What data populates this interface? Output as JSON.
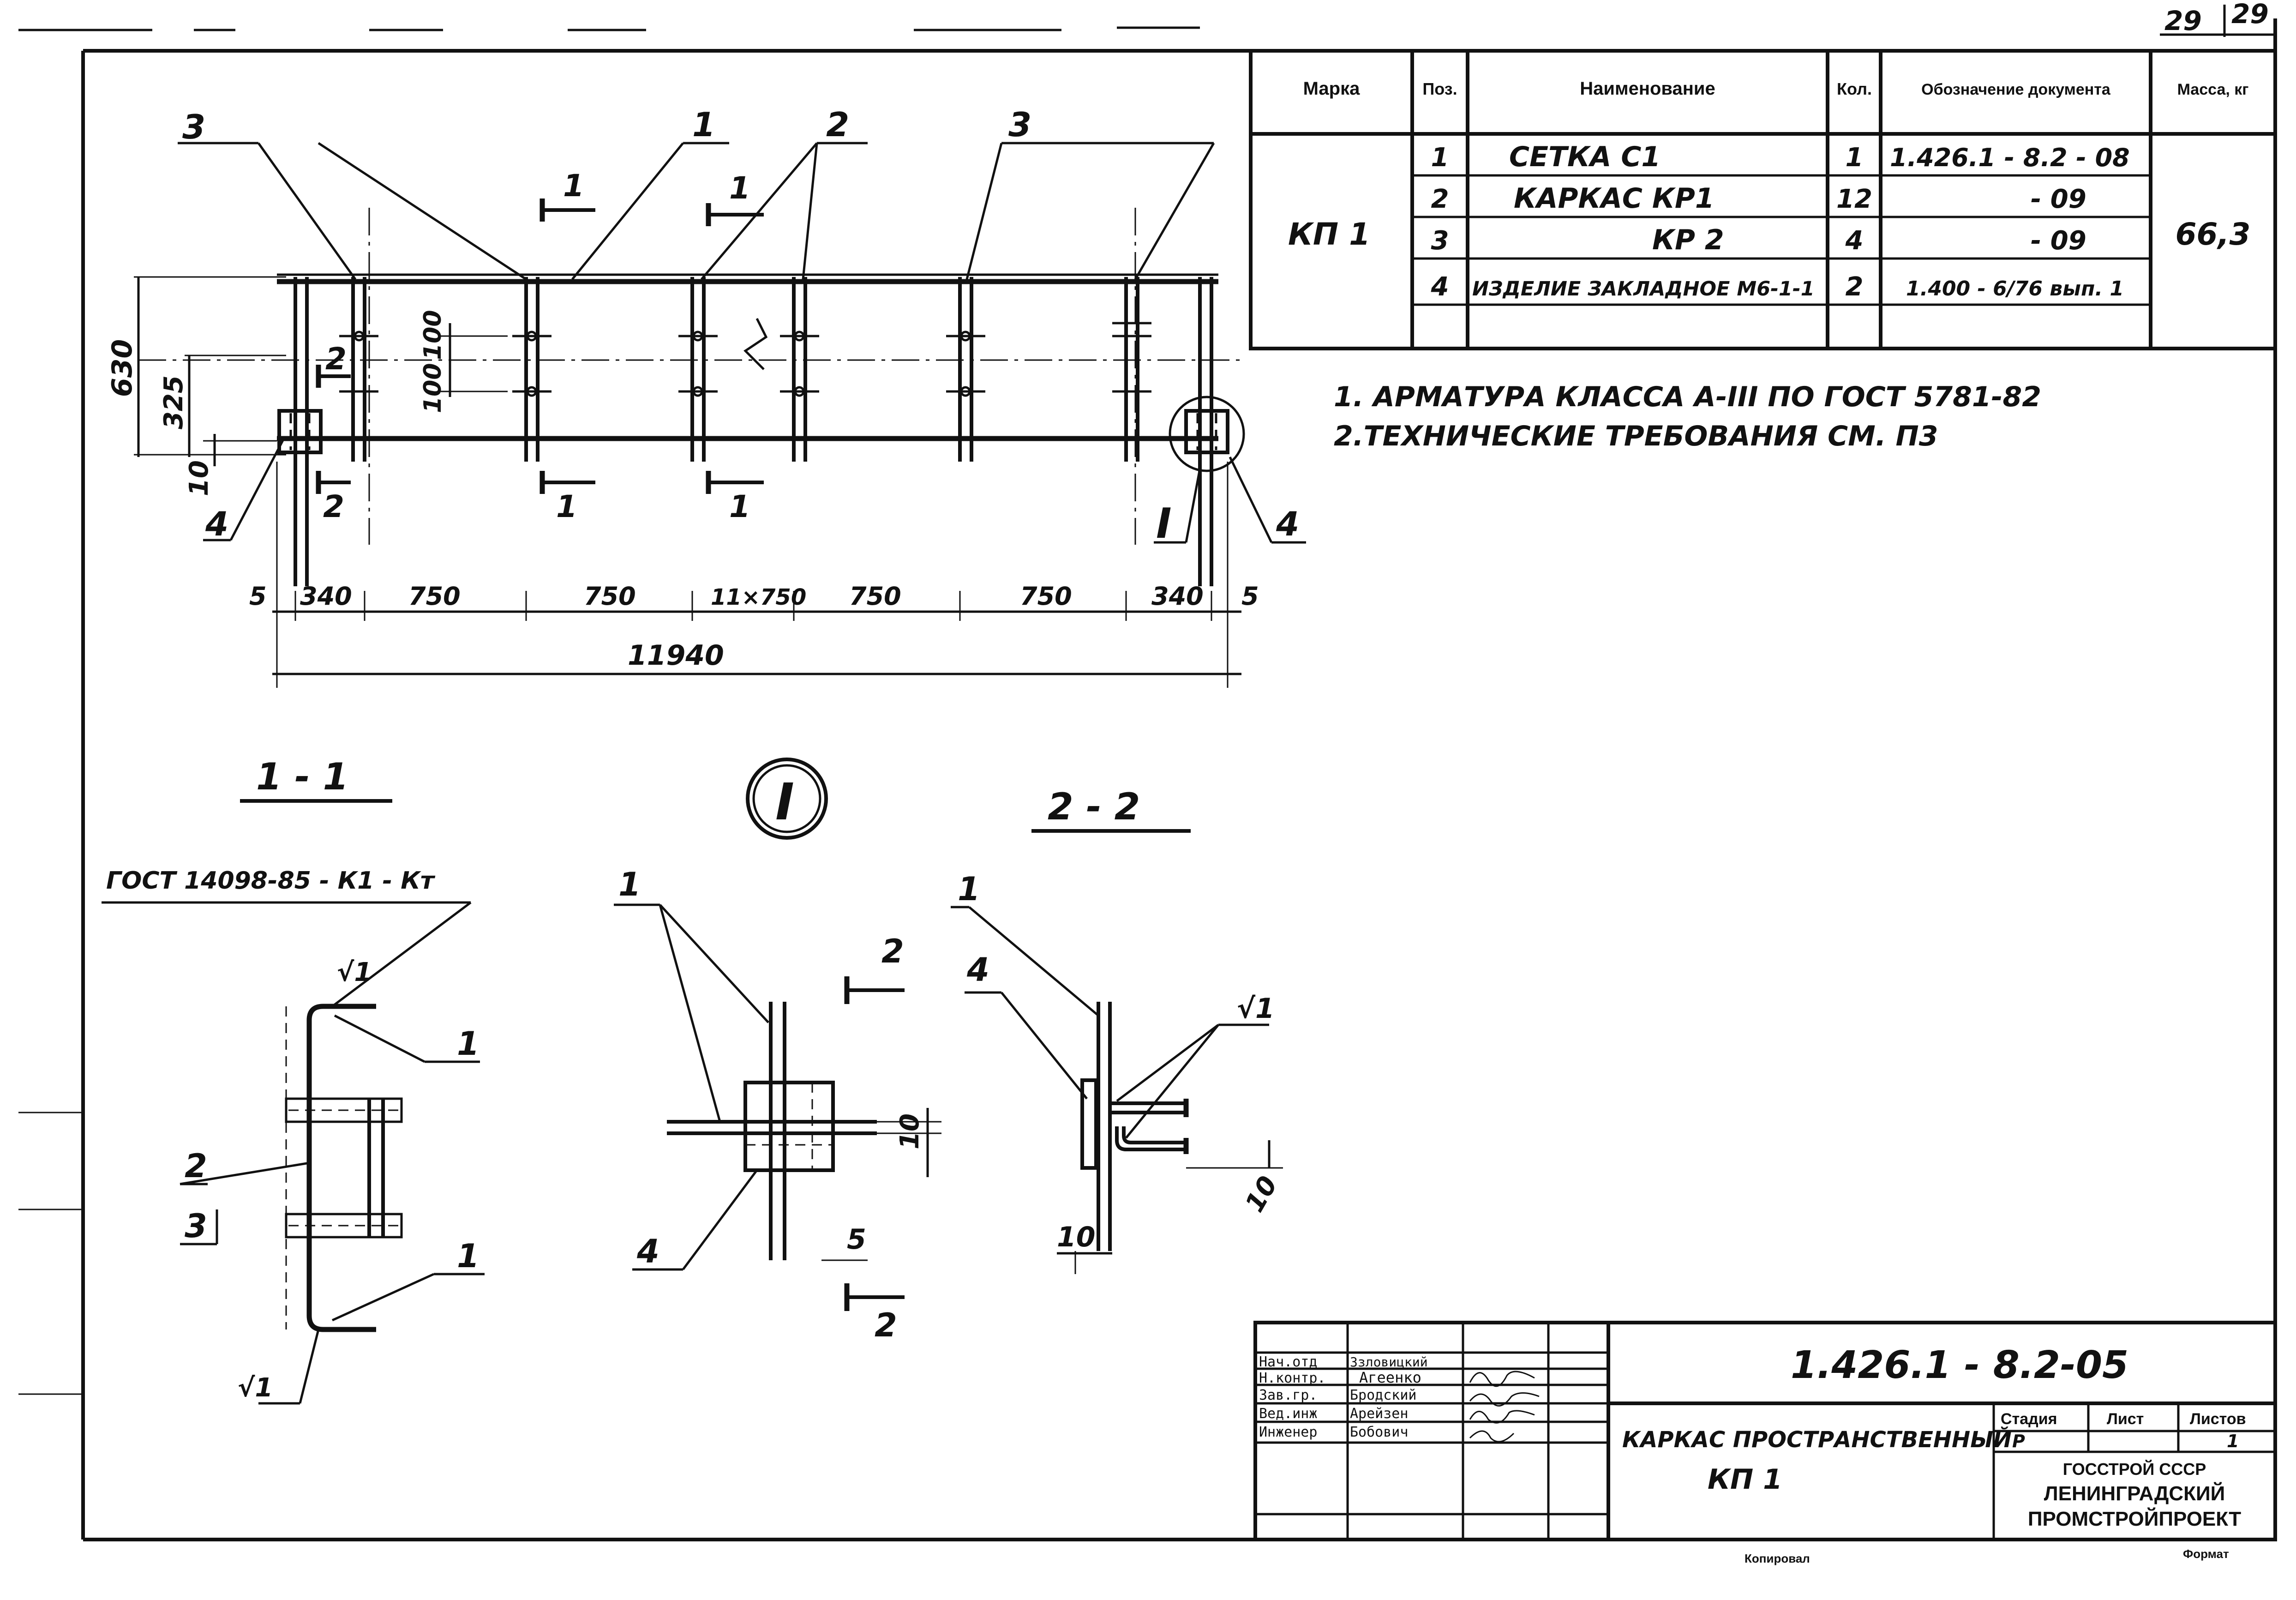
{
  "sheet": {
    "page_number": "29",
    "page_number_alt": "29",
    "code": "1.426.1 - 8.2-05",
    "title": "КАРКАС ПРОСТРАНСТВЕННЫЙ",
    "subtitle": "КП 1",
    "org": [
      "ГОССТРОЙ СССР",
      "ЛЕНИНГРАДСКИЙ",
      "ПРОМСТРОЙПРОЕКТ"
    ],
    "stage_label": "Стадия",
    "sheet_label": "Лист",
    "sheets_label": "Листов",
    "stage_value": "Р",
    "sheets_value": "1",
    "footer_left": "Копировал",
    "footer_right": "Формат"
  },
  "signatures": [
    {
      "role": "Нач.отд",
      "name": "Ззловицкий"
    },
    {
      "role": "Н.контр.",
      "name": "Агеенко"
    },
    {
      "role": "Зав.гр.",
      "name": "Бродский"
    },
    {
      "role": "Вед.инж",
      "name": "Арейзен"
    },
    {
      "role": "Инженер",
      "name": "Бобович"
    }
  ],
  "spec_table": {
    "headers": [
      "Марка",
      "Поз.",
      "Наименование",
      "Кол.",
      "Обозначение документа",
      "Масса, кг"
    ],
    "mark": "КП 1",
    "mass": "66,3",
    "rows": [
      {
        "pos": "1",
        "name": "СЕТКА С1",
        "qty": "1",
        "doc": "1.426.1 - 8.2 - 08"
      },
      {
        "pos": "2",
        "name": "КАРКАС КР1",
        "qty": "12",
        "doc": "- 09"
      },
      {
        "pos": "3",
        "name": "КР 2",
        "qty": "4",
        "doc": "- 09"
      },
      {
        "pos": "4",
        "name": "ИЗДЕЛИЕ ЗАКЛАДНОЕ М6-1-1",
        "qty": "2",
        "doc": "1.400 - 6/76 вып. 1"
      }
    ]
  },
  "notes": [
    "1. АРМАТУРА КЛАССА А-III ПО ГОСТ 5781-82",
    "2.ТЕХНИЧЕСКИЕ ТРЕБОВАНИЯ СМ. П3"
  ],
  "main_view": {
    "callouts": [
      "3",
      "1",
      "2",
      "3",
      "4",
      "4"
    ],
    "section_marks": [
      "1",
      "1",
      "1",
      "1",
      "2",
      "2"
    ],
    "detail_mark": "I",
    "dims_vertical": [
      "630",
      "325",
      "10",
      "100",
      "100"
    ],
    "dims_bottom": [
      "5",
      "340",
      "750",
      "750",
      "11×750",
      "750",
      "750",
      "340",
      "5"
    ],
    "dim_total": "11940"
  },
  "section_1_1": {
    "title": "1 - 1",
    "gost": "ГОСТ 14098-85 - К1 - Кт",
    "labels": [
      "1",
      "1",
      "2",
      "3",
      "√1",
      "√1"
    ]
  },
  "detail_I": {
    "title": "I",
    "labels": [
      "1",
      "4",
      "2",
      "2",
      "10",
      "5"
    ]
  },
  "section_2_2": {
    "title": "2 - 2",
    "labels": [
      "1",
      "4",
      "√1",
      "10",
      "10"
    ]
  }
}
